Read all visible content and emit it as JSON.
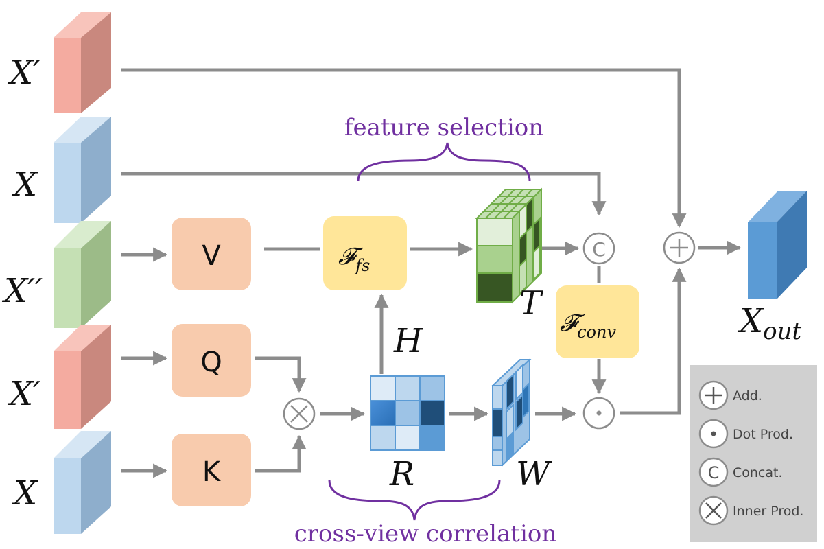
{
  "inputs": {
    "x_prime_top": "X′",
    "x_top": "X",
    "x_double_prime": "X′′",
    "x_prime_mid": "X′",
    "x_bottom": "X"
  },
  "modules": {
    "v": "V",
    "q": "Q",
    "k": "K",
    "ffs_base": "𝓕",
    "ffs_sub": "fs",
    "fconv_base": "𝓕",
    "fconv_sub": "conv"
  },
  "tensors": {
    "t": "T",
    "h": "H",
    "r": "R",
    "w": "W",
    "xout_base": "X",
    "xout_sub": "out"
  },
  "braces": {
    "feature_selection": "feature selection",
    "cross_view_correlation": "cross-view correlation"
  },
  "operators": {
    "concat_symbol": "C",
    "add_symbol": "+",
    "dot_symbol": "•"
  },
  "legend": {
    "items": [
      {
        "symbol": "add",
        "label": "Add."
      },
      {
        "symbol": "dot",
        "label": "Dot Prod."
      },
      {
        "symbol": "concat",
        "label": "Concat."
      },
      {
        "symbol": "inner",
        "label": "Inner Prod."
      }
    ]
  },
  "colors": {
    "arrow": "#8c8c8c",
    "qkv_box": "#f8cbad",
    "f_box": "#ffe699",
    "purple": "#7030a0",
    "legend_bg": "#d0d0d0",
    "red_face": "#f4aba0",
    "red_side": "#c9887e",
    "blue_face": "#bdd7ee",
    "blue_side": "#8eaecc",
    "green_face": "#c5e0b4",
    "green_side": "#9cbb88",
    "out_face": "#5b9bd5",
    "out_side": "#3f7ab3"
  }
}
